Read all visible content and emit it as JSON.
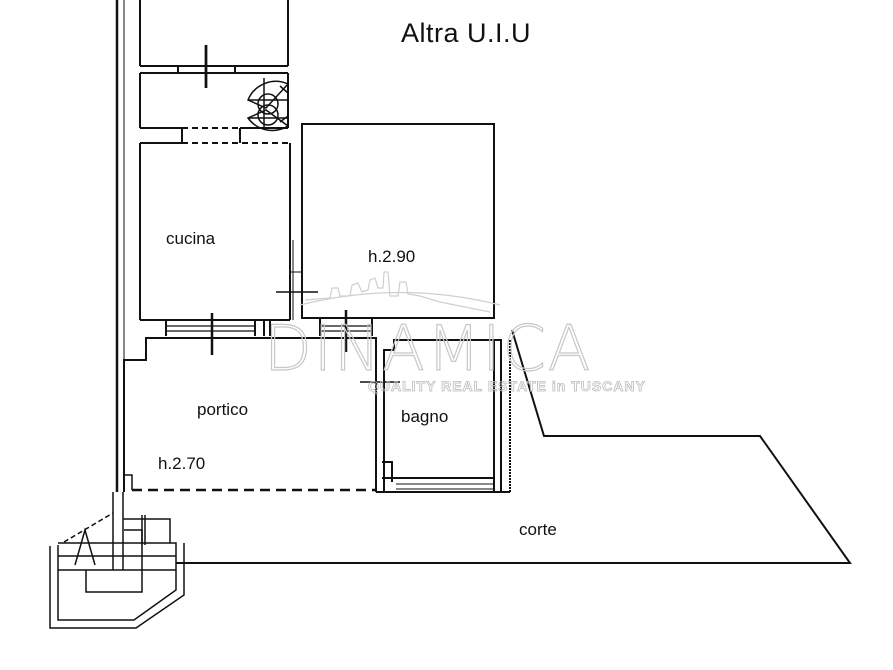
{
  "plan": {
    "title": "Altra U.I.U",
    "rooms": [
      {
        "name": "cucina",
        "label": "cucina"
      },
      {
        "name": "unnamed-room",
        "label": "h.2.90"
      },
      {
        "name": "portico",
        "label": "portico",
        "height_label": "h.2.70"
      },
      {
        "name": "bagno",
        "label": "bagno"
      },
      {
        "name": "corte",
        "label": "corte"
      }
    ]
  },
  "watermark": {
    "brand": "DINAMICA",
    "tagline": "QUALITY REAL ESTATE in TUSCANY"
  },
  "colors": {
    "line": "#111111",
    "watermark": "#c8c8c8",
    "background": "#ffffff"
  }
}
